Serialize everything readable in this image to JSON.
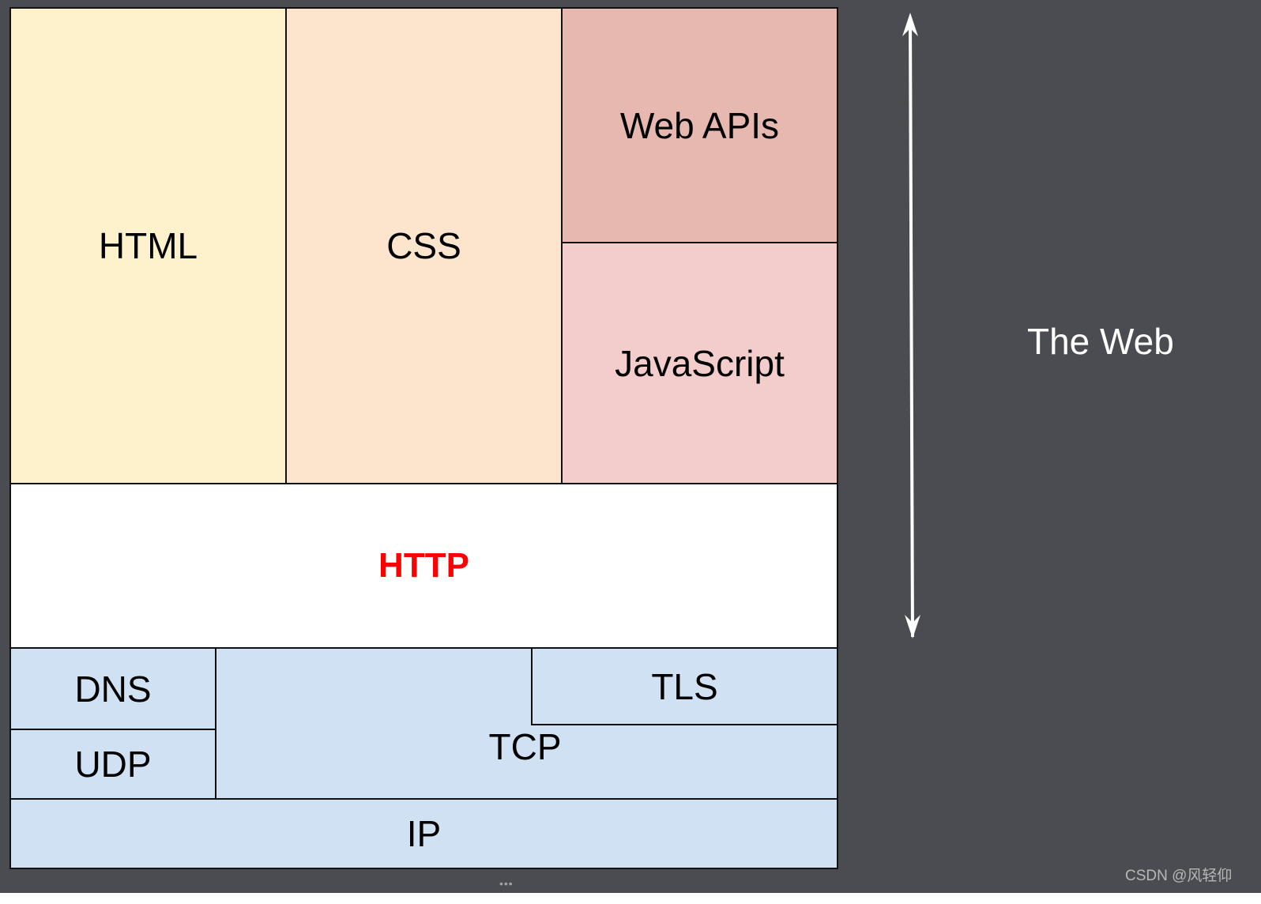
{
  "layers": {
    "html": {
      "label": "HTML",
      "color": "#fef2cc"
    },
    "css": {
      "label": "CSS",
      "color": "#fde4cc"
    },
    "web_apis": {
      "label": "Web APIs",
      "color": "#e7b8b0"
    },
    "javascript": {
      "label": "JavaScript",
      "color": "#f3cccc"
    },
    "http": {
      "label": "HTTP",
      "color": "#ffffff",
      "text_color": "#ff0000"
    },
    "dns": {
      "label": "DNS",
      "color": "#cfe1f3"
    },
    "udp": {
      "label": "UDP",
      "color": "#cfe1f3"
    },
    "tcp": {
      "label": "TCP",
      "color": "#cfe1f3"
    },
    "tls": {
      "label": "TLS",
      "color": "#cfe1f3"
    },
    "ip": {
      "label": "IP",
      "color": "#cfe1f3"
    }
  },
  "scope": {
    "label": "The Web"
  },
  "watermark": "CSDN @风轻仰",
  "colors": {
    "background": "#4b4c52",
    "arrow": "#ffffff"
  }
}
